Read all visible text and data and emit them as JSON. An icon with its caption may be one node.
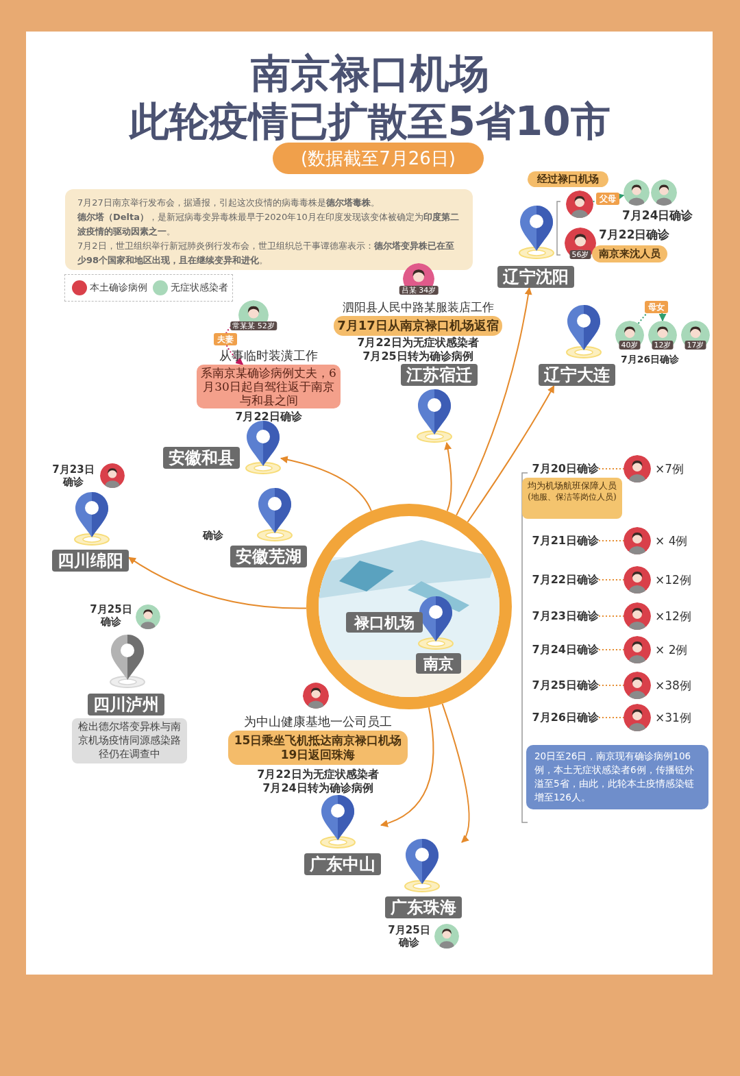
{
  "diagram": {
    "title": "南京禄口机场此轮疫情已扩散至5省10市",
    "nodes": [
      {
        "text": [
          "(数据截至7月26日)"
        ]
      },
      {
        "text": [
          "7月27日南京举行发布会，据通报，引起这次疫情的病毒毒株是**德尔塔毒株**。",
          "**德尔塔（Delta）**，是新冠病毒变异毒株最早于2020年10月在印度发现该变体被确定为**印度第二波疫情的驱动因素之一**。",
          "7月2日，世卫组织举行新冠肺炎例行发布会，世卫组织总干事谭德塞表示：**德尔塔变异株已在至少98个国家和地区出现，且在继续变异和进化**。"
        ]
      },
      {
        "text": [
          "经过禄口机场"
        ]
      },
      {
        "text": [],
        "shape": "person"
      },
      {
        "text": [],
        "shape": "person"
      },
      {
        "text": [],
        "shape": "person"
      },
      {
        "text": [
          "56岁"
        ]
      },
      {
        "text": [
          "南京来沈人员"
        ]
      },
      {
        "text": [
          "辽宁沈阳"
        ]
      },
      {
        "text": [
          "40岁"
        ]
      },
      {
        "text": [
          "12岁"
        ]
      },
      {
        "text": [
          "17岁"
        ]
      },
      {
        "text": [
          "辽宁大连"
        ]
      },
      {
        "text": [
          "吕某 34岁"
        ]
      },
      {
        "text": [
          "7月17日从南京禄口机场返宿"
        ]
      },
      {
        "text": [
          "江苏宿迁"
        ]
      },
      {
        "text": [
          "常某某 52岁"
        ]
      },
      {
        "text": [
          "系南京某确诊病例丈夫，6月30日起自驾往返于南京与和县之间"
        ]
      },
      {
        "text": [
          "安徽和县"
        ]
      },
      {
        "text": [],
        "shape": "person"
      },
      {
        "text": [
          "四川绵阳"
        ]
      },
      {
        "text": [
          "安徽芜湖"
        ],
        "beside": [
          "确诊"
        ]
      },
      {
        "text": [],
        "shape": "person"
      },
      {
        "text": [
          "四川泸州"
        ]
      },
      {
        "text": [
          "检出德尔塔变异株与南京机场疫情同源感染路径仍在调查中"
        ]
      },
      {
        "text": [
          "禄口机场",
          "南京"
        ]
      },
      {
        "text": [
          "均为机场航班保障人员",
          "(地服、保洁等岗位人员)"
        ]
      },
      {
        "text": [
          "7月20日确诊"
        ]
      },
      {
        "text": [],
        "shape": "person",
        "beside": [
          "×7例"
        ]
      },
      {
        "text": [
          "7月21日确诊"
        ]
      },
      {
        "text": [],
        "shape": "person",
        "beside": [
          "× 4例"
        ]
      },
      {
        "text": [
          "7月22日确诊"
        ]
      },
      {
        "text": [],
        "shape": "person",
        "beside": [
          "×12例"
        ]
      },
      {
        "text": [
          "7月23日确诊"
        ]
      },
      {
        "text": [],
        "shape": "person",
        "beside": [
          "×12例"
        ]
      },
      {
        "text": [
          "7月24日确诊"
        ]
      },
      {
        "text": [],
        "shape": "person",
        "beside": [
          "× 2例"
        ]
      },
      {
        "text": [
          "7月25日确诊"
        ]
      },
      {
        "text": [],
        "shape": "person",
        "beside": [
          "×38例"
        ]
      },
      {
        "text": [
          "7月26日确诊"
        ]
      },
      {
        "text": [],
        "shape": "person",
        "beside": [
          "×31例"
        ]
      },
      {
        "text": [
          "20日至26日，南京现有确诊病例106例，本土无症状感染者6例，传播链外溢至5省，由此，此轮本土疫情感染链增至126人。"
        ]
      },
      {
        "text": [],
        "shape": "person"
      },
      {
        "text": [
          "15日乘坐飞机抵达南京禄口机场19日返回珠海"
        ]
      },
      {
        "text": [
          "广东中山"
        ]
      },
      {
        "text": [
          "广东珠海"
        ]
      },
      {
        "text": [],
        "shape": "person"
      }
    ],
    "edges": [
      {
        "from": 25,
        "to": 8,
        "arrow": "to"
      },
      {
        "from": 25,
        "to": 12,
        "arrow": "to"
      },
      {
        "from": 25,
        "to": 15,
        "arrow": "to"
      },
      {
        "from": 25,
        "to": 18,
        "arrow": "to"
      },
      {
        "from": 25,
        "to": 20,
        "arrow": "to"
      },
      {
        "from": 25,
        "to": 44,
        "arrow": "to"
      },
      {
        "from": 25,
        "to": 45,
        "arrow": "to"
      },
      {
        "from": 3,
        "to": 4,
        "arrow": "to",
        "label": "父母",
        "style": "dashed",
        "color": "#2f9d6e"
      },
      {
        "from": 9,
        "to": 10,
        "arrow": "to",
        "label": "母女",
        "style": "dashed",
        "color": "#2f9d6e"
      },
      {
        "from": 16,
        "to": 17,
        "arrow": "to",
        "label": "夫妻",
        "style": "dashed",
        "color": "#c2185b"
      },
      {
        "from": 27,
        "to": 28,
        "arrow": "none",
        "style": "dashed"
      },
      {
        "from": 29,
        "to": 30,
        "arrow": "none",
        "style": "dashed"
      },
      {
        "from": 31,
        "to": 32,
        "arrow": "none",
        "style": "dashed"
      },
      {
        "from": 33,
        "to": 34,
        "arrow": "none",
        "style": "dashed"
      },
      {
        "from": 35,
        "to": 36,
        "arrow": "none",
        "style": "dashed"
      },
      {
        "from": 37,
        "to": 38,
        "arrow": "none",
        "style": "dashed"
      },
      {
        "from": 39,
        "to": 40,
        "arrow": "none",
        "style": "dashed"
      }
    ],
    "labels": [
      "7月24日确诊",
      "7月22日确诊",
      "7月26日确诊",
      "泗阳县人民中路某服装店工作",
      "7月22日为无症状感染者",
      "7月25日转为确诊病例",
      "从事临时装潢工作",
      "7月22日确诊",
      "7月23日确诊",
      "7月25日确诊",
      "为中山健康基地一公司员工",
      "7月22日为无症状感染者",
      "7月24日转为确诊病例",
      "7月25日确诊"
    ],
    "legend": [
      {
        "text": "本土确诊病例",
        "color": "#d9404a"
      },
      {
        "text": "无症状感染者",
        "color": "#a8d8b9"
      }
    ]
  }
}
